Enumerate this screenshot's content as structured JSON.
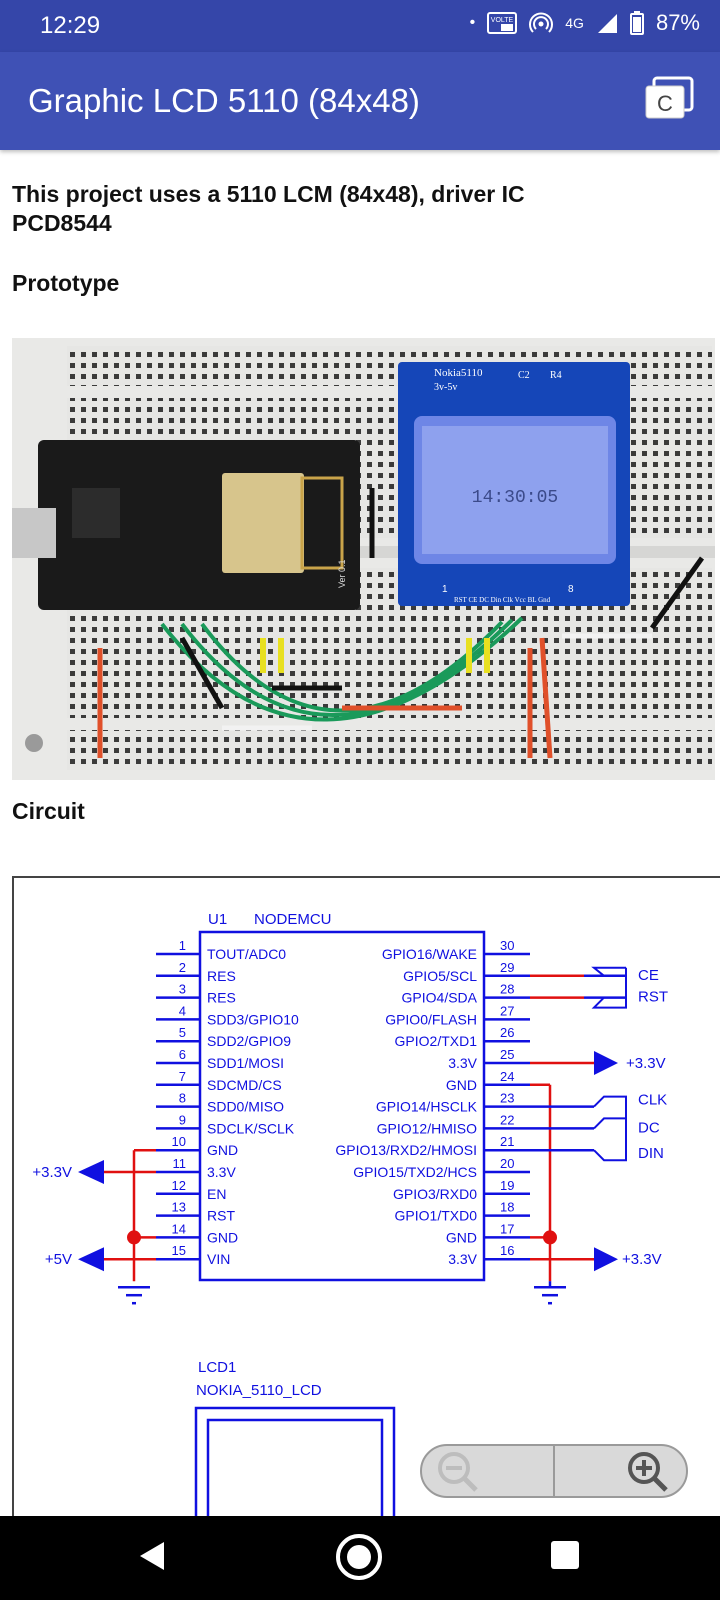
{
  "status": {
    "time": "12:29",
    "dot": "•",
    "volte": "VOLTE",
    "network": "4G",
    "battery": "87%",
    "icons": [
      "dot-icon",
      "volte-icon",
      "hotspot-icon",
      "signal-icon",
      "battery-icon"
    ]
  },
  "appbar": {
    "title": "Graphic LCD 5110 (84x48)",
    "action_label": "C",
    "action_icon": "copy-c-icon",
    "color": "#3f51b5",
    "status_color": "#3546a9"
  },
  "content": {
    "intro": "This project uses a 5110 LCM (84x48), driver IC PCD8544",
    "prototype_heading": "Prototype",
    "circuit_heading": "Circuit"
  },
  "photo": {
    "lcd_brand": "Nokia5110",
    "lcd_voltage": "3v-5v",
    "lcd_time": "14:30:05",
    "lcd_pins": "RST CE DC Din Clk Vcc BL Gnd",
    "lcd_c2": "C2",
    "lcd_r4": "R4",
    "lcd_pin1": "1",
    "lcd_pin8": "8",
    "board_version": "Ver 0.1"
  },
  "schematic": {
    "part_ref": "U1",
    "part_name": "NODEMCU",
    "left_pins": [
      {
        "num": "1",
        "name": "TOUT/ADC0"
      },
      {
        "num": "2",
        "name": "RES"
      },
      {
        "num": "3",
        "name": "RES"
      },
      {
        "num": "4",
        "name": "SDD3/GPIO10"
      },
      {
        "num": "5",
        "name": "SDD2/GPIO9"
      },
      {
        "num": "6",
        "name": "SDD1/MOSI"
      },
      {
        "num": "7",
        "name": "SDCMD/CS"
      },
      {
        "num": "8",
        "name": "SDD0/MISO"
      },
      {
        "num": "9",
        "name": "SDCLK/SCLK"
      },
      {
        "num": "10",
        "name": "GND"
      },
      {
        "num": "11",
        "name": "3.3V"
      },
      {
        "num": "12",
        "name": "EN"
      },
      {
        "num": "13",
        "name": "RST"
      },
      {
        "num": "14",
        "name": "GND"
      },
      {
        "num": "15",
        "name": "VIN"
      }
    ],
    "right_pins": [
      {
        "num": "30",
        "name": "GPIO16/WAKE"
      },
      {
        "num": "29",
        "name": "GPIO5/SCL"
      },
      {
        "num": "28",
        "name": "GPIO4/SDA"
      },
      {
        "num": "27",
        "name": "GPIO0/FLASH"
      },
      {
        "num": "26",
        "name": "GPIO2/TXD1"
      },
      {
        "num": "25",
        "name": "3.3V"
      },
      {
        "num": "24",
        "name": "GND"
      },
      {
        "num": "23",
        "name": "GPIO14/HSCLK"
      },
      {
        "num": "22",
        "name": "GPIO12/HMISO"
      },
      {
        "num": "21",
        "name": "GPIO13/RXD2/HMOSI"
      },
      {
        "num": "20",
        "name": "GPIO15/TXD2/HCS"
      },
      {
        "num": "19",
        "name": "GPIO3/RXD0"
      },
      {
        "num": "18",
        "name": "GPIO1/TXD0"
      },
      {
        "num": "17",
        "name": "GND"
      },
      {
        "num": "16",
        "name": "3.3V"
      }
    ],
    "net_ce": "CE",
    "net_rst": "RST",
    "net_clk": "CLK",
    "net_dc": "DC",
    "net_din": "DIN",
    "power_33_right_top": "+3.3V",
    "power_33_left": "+3.3V",
    "power_5_left": "+5V",
    "power_33_right_bottom": "+3.3V",
    "lcd_ref": "LCD1",
    "lcd_name": "NOKIA_5110_LCD",
    "line_color": "#1010e0",
    "wire_red": "#e01010"
  },
  "zoom": {
    "out_icon": "zoom-out-icon",
    "in_icon": "zoom-in-icon"
  },
  "nav": {
    "icons": [
      "back-icon",
      "home-icon",
      "recents-icon"
    ]
  }
}
